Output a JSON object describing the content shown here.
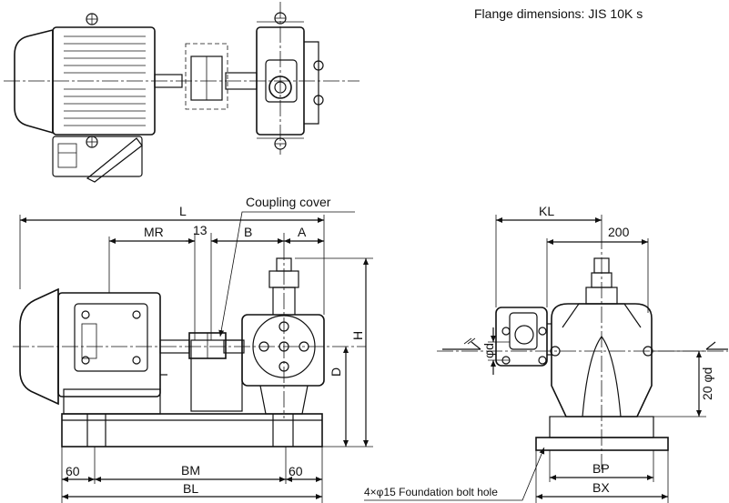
{
  "header": {
    "flange_note": "Flange dimensions: JIS 10K s"
  },
  "side_view": {
    "coupling_cover_label": "Coupling cover",
    "dims": {
      "L": "L",
      "MR": "MR",
      "gap": "13",
      "B": "B",
      "A": "A",
      "H": "H",
      "D": "D",
      "BM": "BM",
      "BL": "BL",
      "edge_left": "60",
      "edge_right": "60"
    }
  },
  "end_view": {
    "dims": {
      "KL": "KL",
      "half_width": "200",
      "phi_d": "φd",
      "phi_d2": "20 φd",
      "BP": "BP",
      "BX": "BX"
    }
  },
  "notes": {
    "foundation_bolt": "4×φ15 Foundation bolt hole"
  }
}
